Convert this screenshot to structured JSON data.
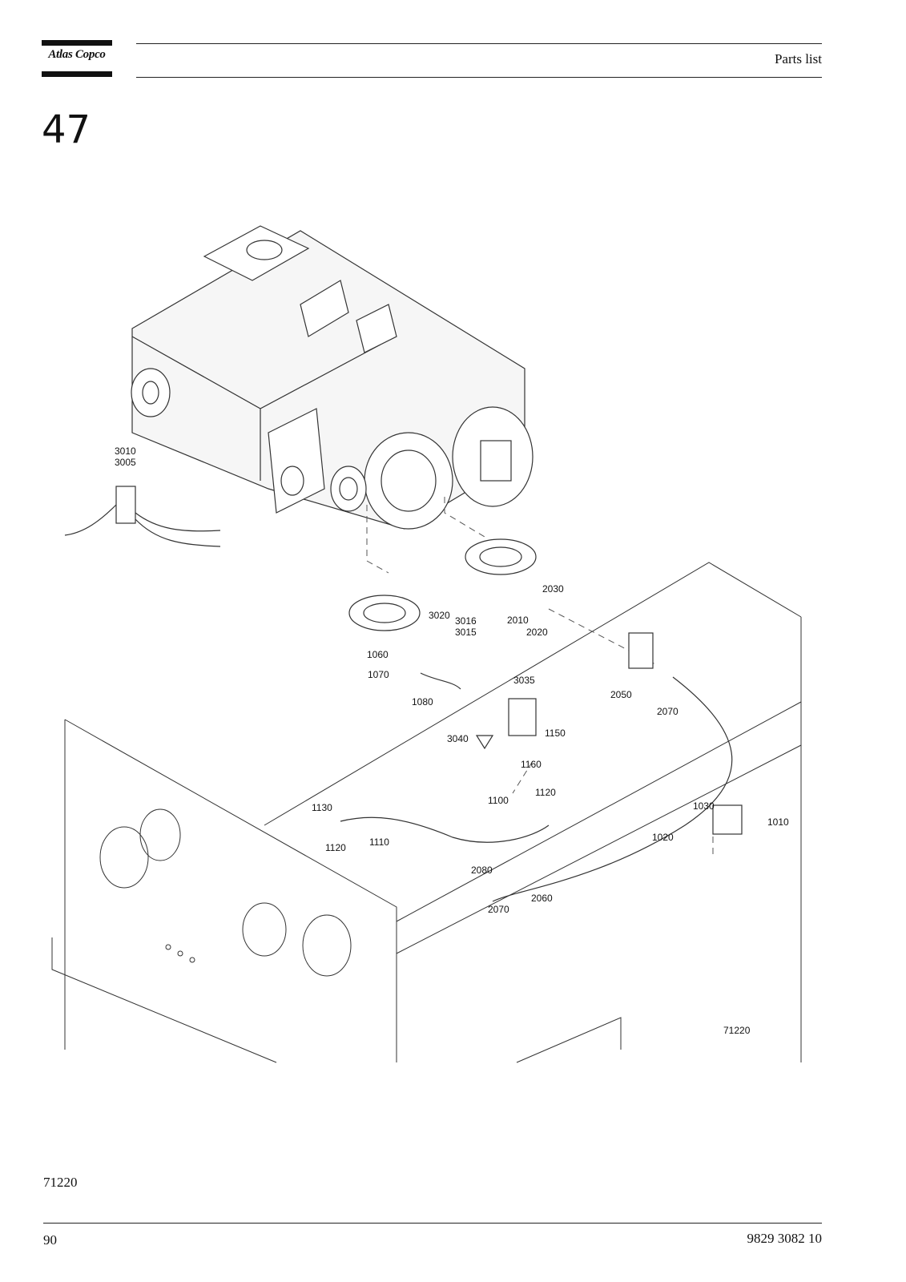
{
  "header": {
    "brand": "Atlas Copco",
    "section": "Parts list"
  },
  "section_number": "47",
  "drawing": {
    "callouts": [
      "3010",
      "3005",
      "2030",
      "2010",
      "2020",
      "3020",
      "3016",
      "3015",
      "1060",
      "1070",
      "1080",
      "3035",
      "2050",
      "2070",
      "3040",
      "1150",
      "1160",
      "1130",
      "1100",
      "1120",
      "1030",
      "1010",
      "1020",
      "1120",
      "1110",
      "2080",
      "2070",
      "2060"
    ],
    "drawing_id": "71220"
  },
  "figure_code": "71220",
  "footer": {
    "page_number": "90",
    "document_number": "9829 3082 10"
  }
}
